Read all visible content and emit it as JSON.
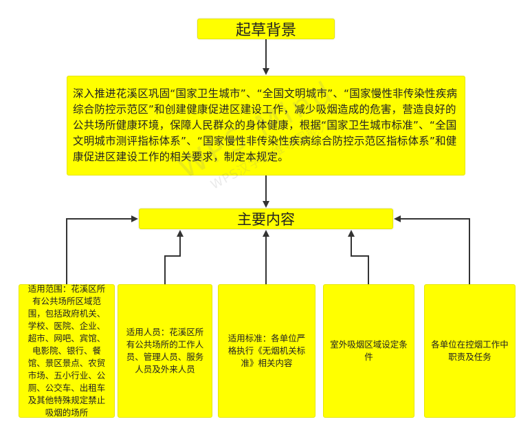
{
  "title": "起草背景",
  "background": "深入推进花溪区巩固“国家卫生城市”、“全国文明城市”、“国家慢性非传染性疾病综合防控示范区”和创建健康促进区建设工作，减少吸烟造成的危害，营造良好的公共场所健康环境，保障人民群众的身体健康，根据“国家卫生城市标准”、“全国文明城市测评指标体系”、“国家慢性非传染性疾病综合防控示范区指标体系”和健康促进区建设工作的相关要求，制定本规定。",
  "main": "主要内容",
  "items": [
    {
      "label": "适用范围：花溪区所有公共场所区域范围，包括政府机关、学校、医院、企业、超市、网吧、宾馆、电影院、银行、餐馆、景区景点、农贸市场、五小行业、公厕、公交车、出租车及其他特殊规定禁止吸烟的场所"
    },
    {
      "label": "适用人员：花溪区所有公共场所的工作人员、管理人员、服务人员及外来人员"
    },
    {
      "label": "适用标准：各单位严格执行《无烟机关标准》相关内容"
    },
    {
      "label": "室外吸烟区域设定条件"
    },
    {
      "label": "各单位在控烟工作中职责及任务"
    }
  ],
  "watermark": {
    "main": "WPS Mind",
    "sub": "WPS汉字思维导图能力"
  },
  "colors": {
    "node_fill": "#ffff00",
    "connector": "#333333"
  }
}
